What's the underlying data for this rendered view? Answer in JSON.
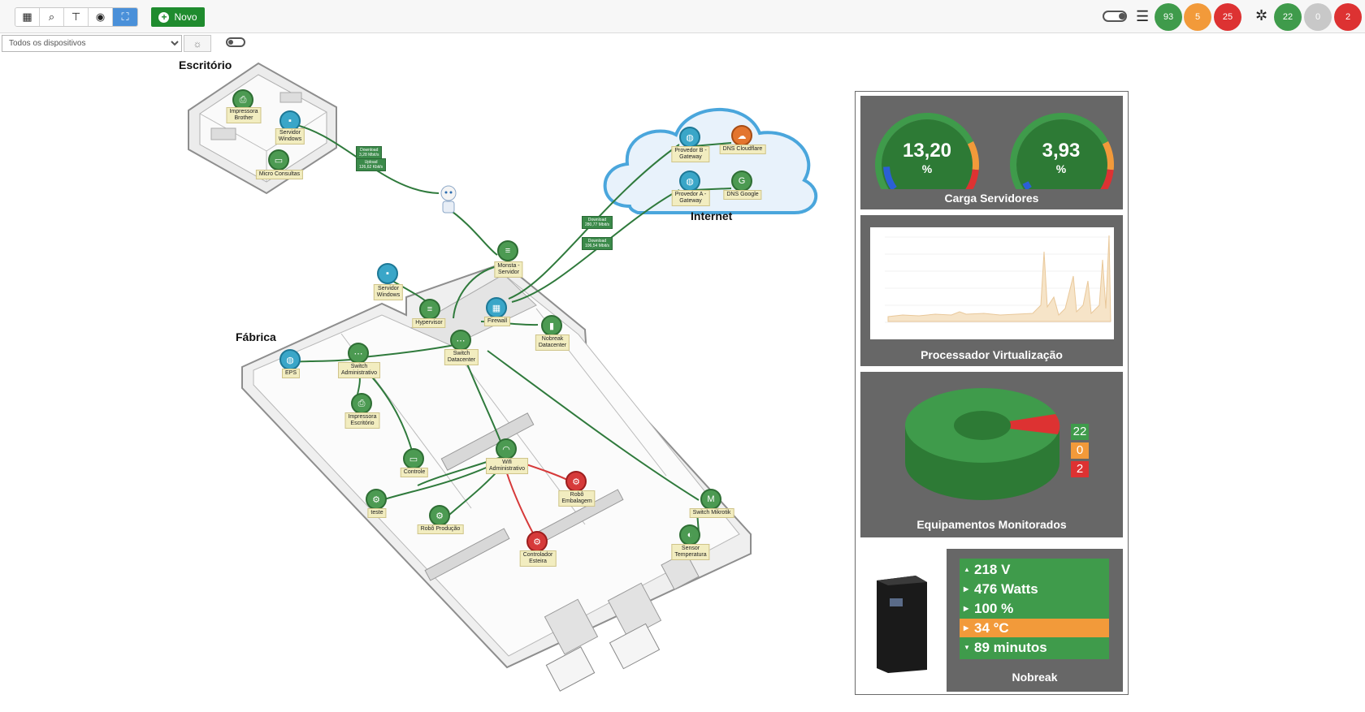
{
  "toolbar": {
    "buttons": [
      {
        "icon": "grid-icon",
        "glyph": "▦"
      },
      {
        "icon": "search-icon",
        "glyph": "⌕"
      },
      {
        "icon": "hierarchy-icon",
        "glyph": "⊤"
      },
      {
        "icon": "target-icon",
        "glyph": "◉"
      },
      {
        "icon": "map-icon",
        "glyph": "⛶"
      }
    ],
    "new_label": "Novo"
  },
  "status": {
    "list_counts": [
      "93",
      "5",
      "25"
    ],
    "topology_counts": [
      "22",
      "0",
      "2"
    ],
    "colors": {
      "ok": "#3f9b4b",
      "warn": "#f29a3a",
      "crit": "#dd3232",
      "neutral": "#c8c8c8"
    }
  },
  "filter": {
    "selected": "Todos os dispositivos"
  },
  "map": {
    "areas": {
      "office": "Escritório",
      "factory": "Fábrica",
      "internet": "Internet"
    },
    "nodes": {
      "printer_brother": "Impressora\nBrother",
      "server_windows_office": "Servidor\nWindows",
      "micro_consultas": "Micro Consultas",
      "dg_gateway": "Provedor B -\nGateway",
      "dns_cloudflare": "DNS Cloudflare",
      "pa_gateway": "Provedor A -\nGateway",
      "dns_google": "DNS Google",
      "monsta_server": "Monsta -\nServidor",
      "server_windows": "Servidor\nWindows",
      "hypervisor": "Hypervisor",
      "firewall": "Firewall",
      "nobreak_dc": "Nobreak\nDatacenter",
      "switch_dc": "Switch\nDatacenter",
      "eps": "EPS",
      "switch_admin": "Switch\nAdministrativo",
      "printer_office": "Impressora\nEscritório",
      "controle": "Controle",
      "wifi_admin": "Wifi\nAdministrativo",
      "robot_pack": "Robô\nEmbalagem",
      "teste": "teste",
      "robot_prod": "Robô Produção",
      "conveyor": "Controlador\nEsteira",
      "switch_mikrotik": "Switch Mikrotik",
      "temp_sensor": "Sensor\nTemperatura"
    },
    "links": {
      "office_link": {
        "down_label": "Download",
        "down": "3,28 Mbit/s",
        "up_label": "Upload",
        "up": "126,62 Kbit/s"
      },
      "isp_b": {
        "label": "Download",
        "value": "280,77 Mbit/s"
      },
      "isp_a": {
        "label": "Download",
        "value": "106,54 Mbit/s"
      }
    }
  },
  "dashboard": {
    "gauges": {
      "title": "Carga Servidores",
      "items": [
        {
          "value": "13,20",
          "unit": "%",
          "fraction": 0.132
        },
        {
          "value": "3,93",
          "unit": "%",
          "fraction": 0.0393
        }
      ]
    },
    "cpu": {
      "title": "Processador Virtualização"
    },
    "donut": {
      "title": "Equipamentos Monitorados",
      "counts": [
        {
          "value": "22",
          "color": "#3f9b4b"
        },
        {
          "value": "0",
          "color": "#f29a3a"
        },
        {
          "value": "2",
          "color": "#dd3232"
        }
      ]
    },
    "nobreak": {
      "title": "Nobreak",
      "rows": [
        {
          "text": "218 V",
          "arrow": "▲",
          "state": "ok"
        },
        {
          "text": "476 Watts",
          "arrow": "▶",
          "state": "ok"
        },
        {
          "text": "100 %",
          "arrow": "▶",
          "state": "ok"
        },
        {
          "text": "34 °C",
          "arrow": "▶",
          "state": "warn"
        },
        {
          "text": "89 minutos",
          "arrow": "▼",
          "state": "ok"
        }
      ]
    }
  }
}
